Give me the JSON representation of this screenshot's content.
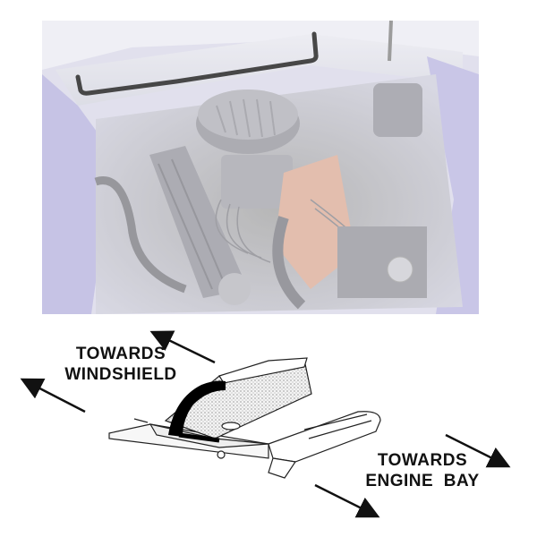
{
  "labels": {
    "windshield_line1": "TOWARDS",
    "windshield_line2": "WINDSHIELD",
    "engine_line1": "TOWARDS",
    "engine_line2": "ENGINE  BAY"
  },
  "photo": {
    "subject": "engine bay with cowl seal outlined",
    "body_color": "#8f86d6",
    "outline_color": "#000000"
  }
}
